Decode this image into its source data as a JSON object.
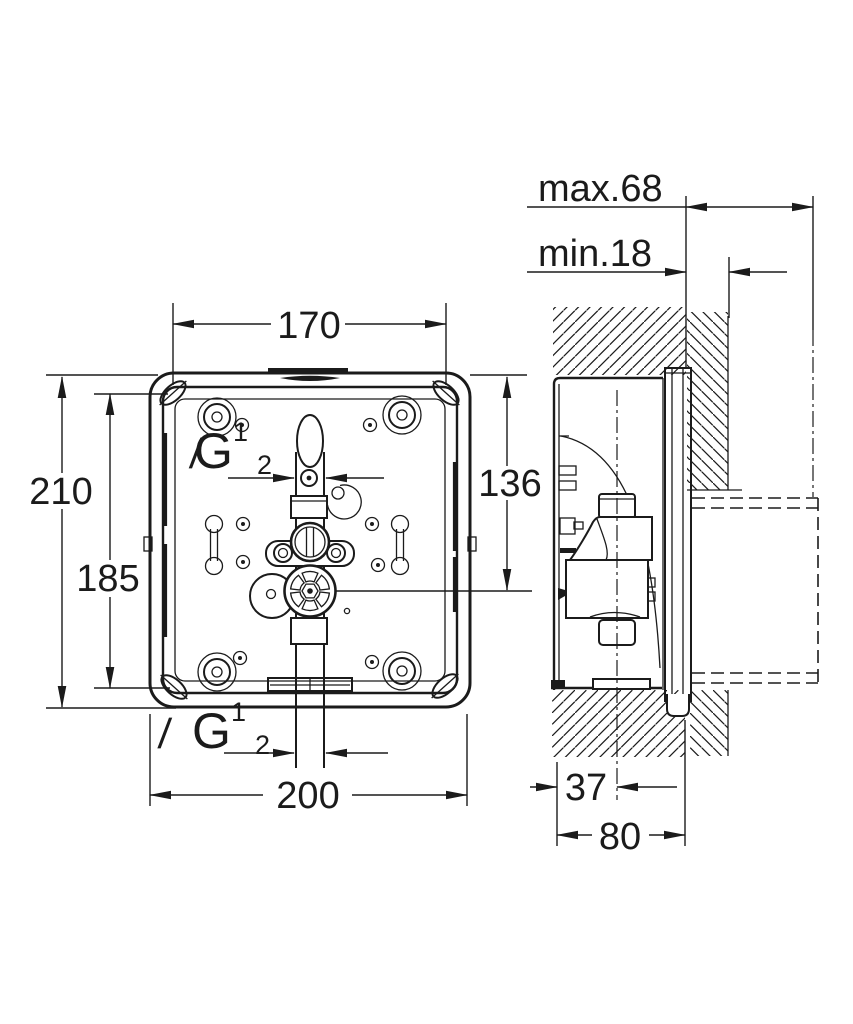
{
  "drawing_type": "installation dimensional drawing, concealed mounting box, front view and side section",
  "colors": {
    "line": "#1b1b1b",
    "background": "#ffffff"
  },
  "labels": {
    "front": {
      "flange_width": "170",
      "overall_height": "210",
      "slot_spacing": "185",
      "top_to_valve_center": "136",
      "body_width": "200",
      "thread_top": {
        "g": "G",
        "num": "1",
        "slash": "/",
        "den": "2"
      },
      "thread_bottom": {
        "g": "G",
        "num": "1",
        "slash": "/",
        "den": "2"
      }
    },
    "side": {
      "wall_thickness_max": "max.68",
      "wall_thickness_min": "min.18",
      "back_to_pipe_center": "37",
      "overall_depth": "80"
    }
  }
}
